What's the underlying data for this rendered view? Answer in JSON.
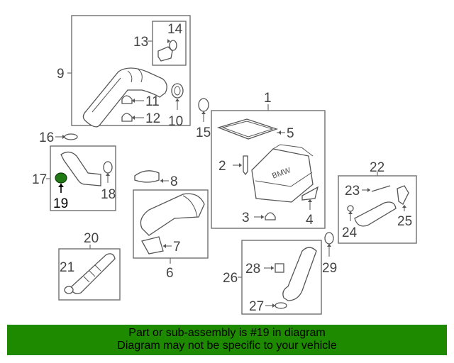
{
  "callouts": {
    "n1": "1",
    "n2": "2",
    "n3": "3",
    "n4": "4",
    "n5": "5",
    "n6": "6",
    "n7": "7",
    "n8": "8",
    "n9": "9",
    "n10": "10",
    "n11": "11",
    "n12": "12",
    "n13": "13",
    "n14": "14",
    "n15": "15",
    "n16": "16",
    "n17": "17",
    "n18": "18",
    "n19": "19",
    "n20": "20",
    "n21": "21",
    "n22": "22",
    "n23": "23",
    "n24": "24",
    "n25": "25",
    "n26": "26",
    "n27": "27",
    "n28": "28",
    "n29": "29"
  },
  "highlighted_part": "19",
  "housing_logo": "BMW",
  "banner": {
    "line1": "Part or sub-assembly is #19 in diagram",
    "line2": "Diagram may not be specific to your vehicle"
  },
  "colors": {
    "banner_bg": "#1e8a00",
    "highlight_part": "#1f7a14"
  }
}
